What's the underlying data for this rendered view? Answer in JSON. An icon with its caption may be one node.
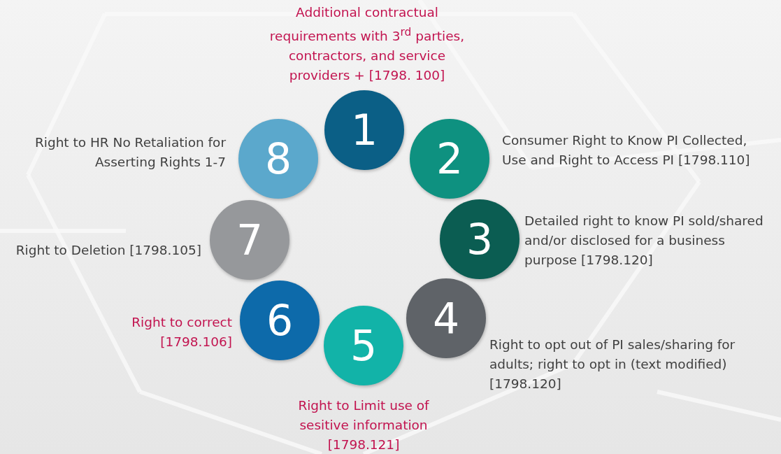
{
  "diagram": {
    "nodes": [
      {
        "text": [
          "1"
        ],
        "beside": [
          "Additional contractual requirements with 3$^{rd}$ parties, contractors, and service providers + [1798. 100]"
        ]
      },
      {
        "text": [
          "2"
        ],
        "beside": [
          "Consumer Right to Know PI Collected, Use and Right to Access PI [1798.110]"
        ]
      },
      {
        "text": [
          "3"
        ],
        "beside": [
          "Detailed right to know PI sold/shared and/or disclosed for a business purpose [1798.120]"
        ]
      },
      {
        "text": [
          "4"
        ],
        "beside": [
          "Right to opt out of PI sales/sharing for adults; right to opt in (text modified) [1798.120]"
        ]
      },
      {
        "text": [
          "5"
        ],
        "beside": [
          "Right to Limit use of sesitive information [1798.121]"
        ]
      },
      {
        "text": [
          "6"
        ],
        "beside": [
          "Right to correct [1798.106]"
        ]
      },
      {
        "text": [
          "7"
        ],
        "beside": [
          "Right to Deletion [1798.105]"
        ]
      },
      {
        "text": [
          "8"
        ],
        "beside": [
          "Right to HR No Retaliation for Asserting Rights 1-7"
        ]
      }
    ]
  }
}
